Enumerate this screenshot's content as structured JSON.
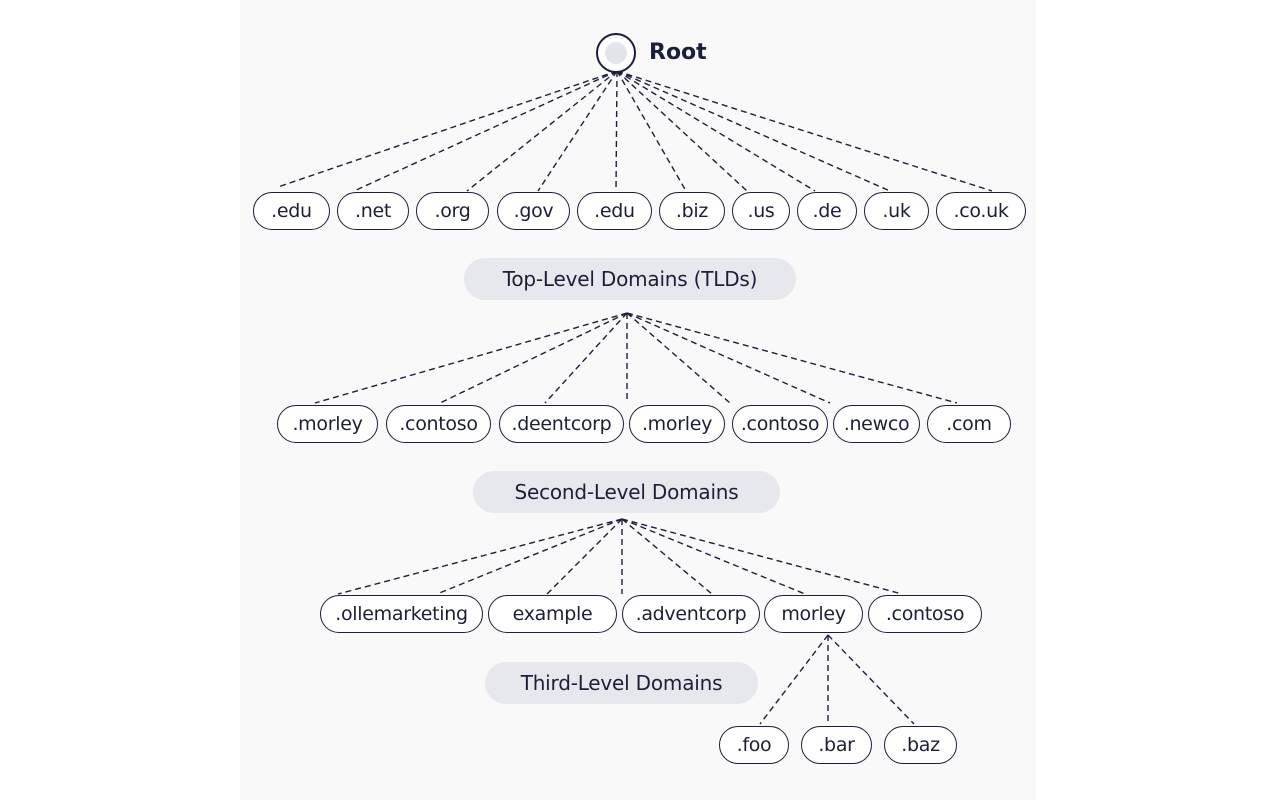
{
  "root": {
    "label": "Root"
  },
  "tld": {
    "band_label": "Top-Level Domains (TLDs)",
    "nodes": [
      ".edu",
      ".net",
      ".org",
      ".gov",
      ".edu",
      ".biz",
      ".us",
      ".de",
      ".uk",
      ".co.uk"
    ]
  },
  "sld": {
    "band_label": "Second-Level Domains",
    "nodes": [
      ".morley",
      ".contoso",
      ".deentcorp",
      ".morley",
      ".contoso",
      ".newco",
      ".com"
    ]
  },
  "third": {
    "band_label": "Third-Level Domains",
    "nodes": [
      ".ollemarketing",
      "example",
      ".adventcorp",
      "morley",
      ".contoso"
    ]
  },
  "fourth": {
    "nodes": [
      ".foo",
      ".bar",
      ".baz"
    ]
  },
  "colors": {
    "ink": "#1c1f3a",
    "band": "#e7e8ee",
    "panel": "#f9f9fa"
  }
}
